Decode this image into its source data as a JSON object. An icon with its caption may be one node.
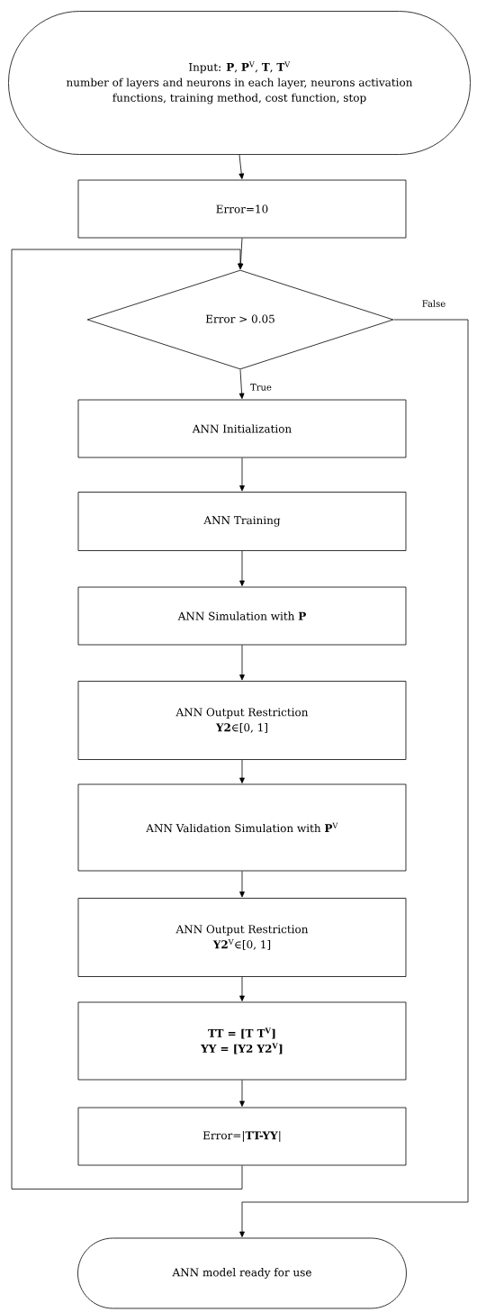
{
  "diagram": {
    "nodes": [
      {
        "text": [
          "Input: **P**, **P**$^{V}$, **T**, **T**$^{V}$",
          "number of layers and neurons in each layer, neurons activation functions, training method, cost function, stop"
        ]
      },
      {
        "text": [
          "Error=10"
        ]
      },
      {
        "text": [
          "Error > 0.05"
        ]
      },
      {
        "text": [
          "ANN Initialization"
        ]
      },
      {
        "text": [
          "ANN Training"
        ]
      },
      {
        "text": [
          "ANN Simulation with **P**"
        ]
      },
      {
        "text": [
          "ANN Output Restriction",
          "**Y2**∈[0, 1]"
        ]
      },
      {
        "text": [
          "ANN Validation Simulation with **P**$^{V}$"
        ]
      },
      {
        "text": [
          "ANN Output Restriction",
          "**Y2**$^{V}$∈[0, 1]"
        ]
      },
      {
        "text": [
          "TT = [T T$^{V}$]",
          "YY = [Y2 Y2$^{V}$]"
        ]
      },
      {
        "text": [
          "Error=|**TT-YY**|"
        ]
      },
      {
        "text": [
          "ANN model ready for use"
        ]
      }
    ],
    "edges": [
      {
        "from": 0,
        "to": 1,
        "arrow": "to"
      },
      {
        "from": 1,
        "to": 2,
        "arrow": "to"
      },
      {
        "from": 2,
        "to": 3,
        "arrow": "to",
        "label": "True"
      },
      {
        "from": 3,
        "to": 4,
        "arrow": "to"
      },
      {
        "from": 4,
        "to": 5,
        "arrow": "to"
      },
      {
        "from": 5,
        "to": 6,
        "arrow": "to"
      },
      {
        "from": 6,
        "to": 7,
        "arrow": "to"
      },
      {
        "from": 7,
        "to": 8,
        "arrow": "to"
      },
      {
        "from": 8,
        "to": 9,
        "arrow": "to"
      },
      {
        "from": 9,
        "to": 10,
        "arrow": "to"
      },
      {
        "from": 10,
        "to": 2,
        "arrow": "to"
      },
      {
        "from": 2,
        "to": 11,
        "arrow": "to",
        "label": "False"
      }
    ]
  }
}
